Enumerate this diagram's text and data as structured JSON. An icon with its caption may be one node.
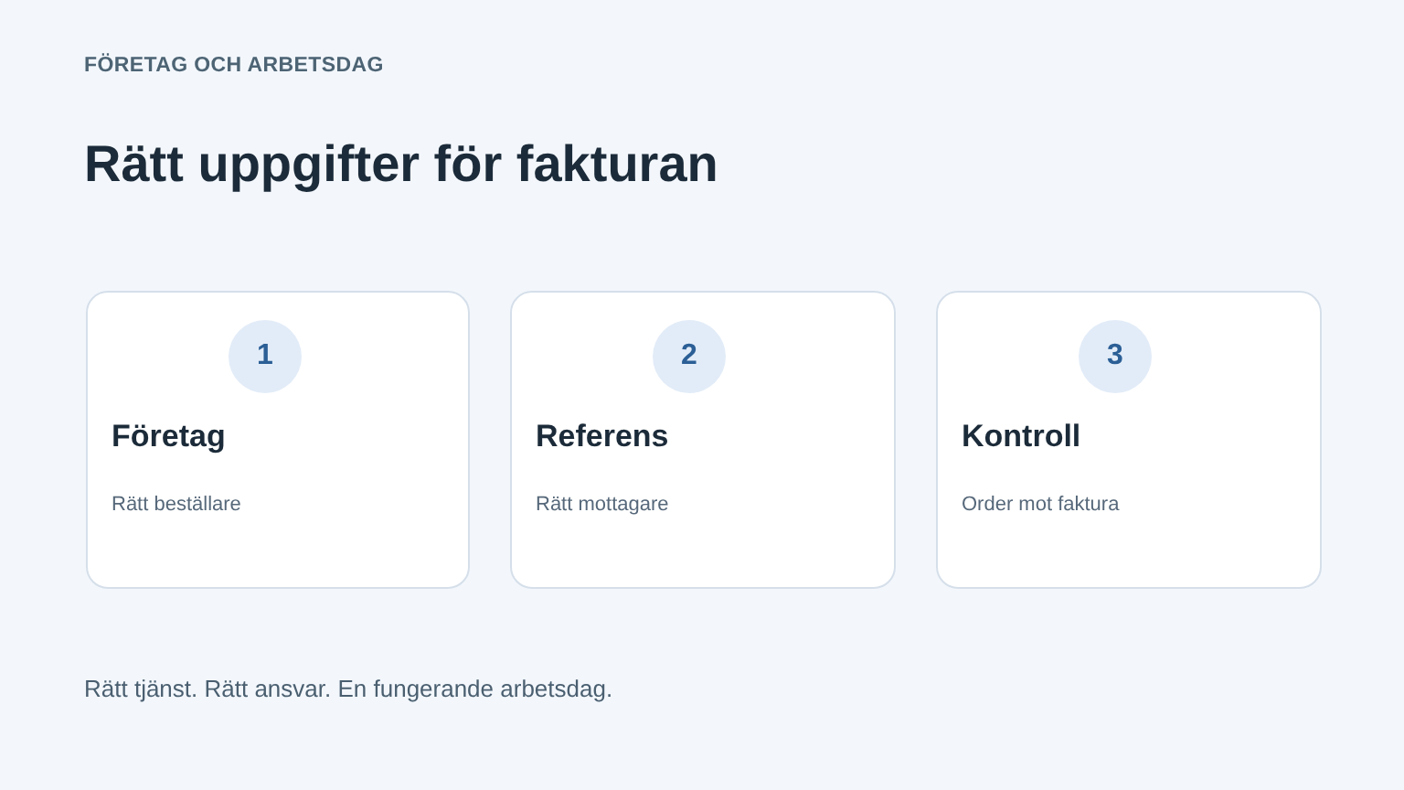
{
  "diagram": {
    "title": "Rätt uppgifter för fakturan",
    "caption": "Rätt tjänst. Rätt ansvar. En fungerande arbetsdag.",
    "nodes": [
      {
        "text": [
          "Företag",
          "Rätt beställare"
        ]
      },
      {
        "text": [
          "1"
        ],
        "in": 0
      },
      {
        "text": [
          "Referens",
          "Rätt mottagare"
        ]
      },
      {
        "text": [
          "2"
        ],
        "in": 2
      },
      {
        "text": [
          "Kontroll",
          "Order mot faktura"
        ]
      },
      {
        "text": [
          "3"
        ],
        "in": 4
      }
    ],
    "labels": [
      "FÖRETAG OCH ARBETSDAG"
    ]
  }
}
